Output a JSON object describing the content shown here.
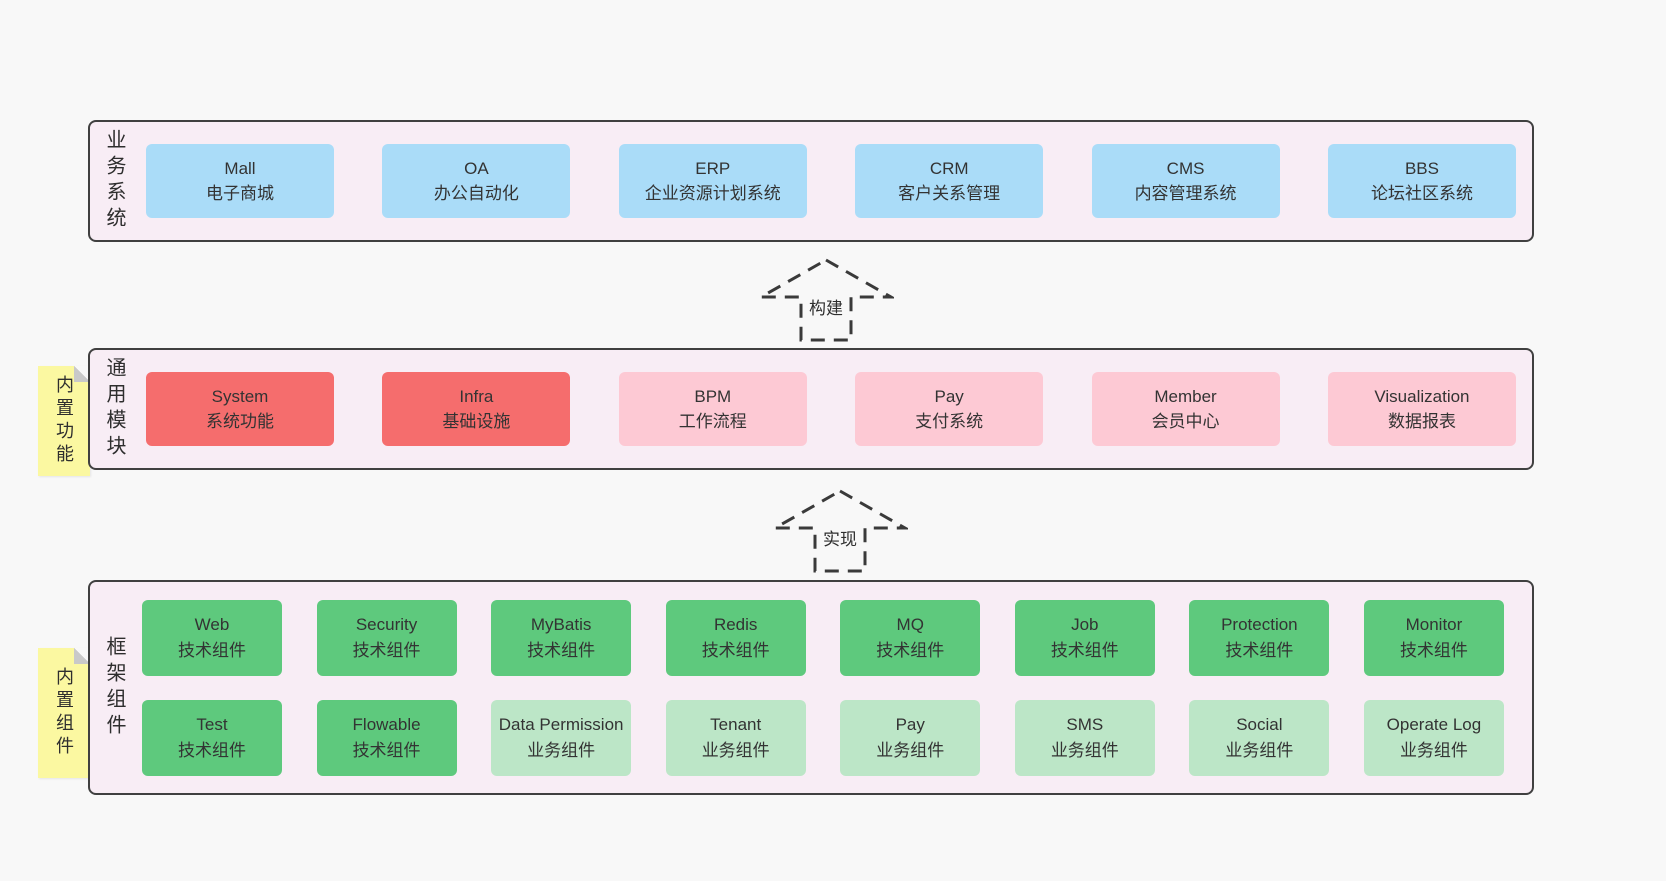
{
  "page": {
    "background": "#f8f8f8"
  },
  "diagram": {
    "colors": {
      "layer_bg": "#f8edf5",
      "layer_border": "#404040",
      "blue": "#aadcf8",
      "red": "#f56d6d",
      "pink": "#fdc9d4",
      "green": "#5ec97d",
      "green_light": "#bce6c7",
      "sticky": "#fbf8a1",
      "text": "#333333"
    },
    "arrows": [
      {
        "label": "构建"
      },
      {
        "label": "实现"
      }
    ],
    "layers": [
      {
        "label": "业务系统",
        "boxes": [
          {
            "title": "Mall",
            "subtitle": "电子商城",
            "variant": "blue"
          },
          {
            "title": "OA",
            "subtitle": "办公自动化",
            "variant": "blue"
          },
          {
            "title": "ERP",
            "subtitle": "企业资源计划系统",
            "variant": "blue"
          },
          {
            "title": "CRM",
            "subtitle": "客户关系管理",
            "variant": "blue"
          },
          {
            "title": "CMS",
            "subtitle": "内容管理系统",
            "variant": "blue"
          },
          {
            "title": "BBS",
            "subtitle": "论坛社区系统",
            "variant": "blue"
          }
        ]
      },
      {
        "label": "通用模块",
        "sticky": "内置功能",
        "boxes": [
          {
            "title": "System",
            "subtitle": "系统功能",
            "variant": "red"
          },
          {
            "title": "Infra",
            "subtitle": "基础设施",
            "variant": "red"
          },
          {
            "title": "BPM",
            "subtitle": "工作流程",
            "variant": "pink"
          },
          {
            "title": "Pay",
            "subtitle": "支付系统",
            "variant": "pink"
          },
          {
            "title": "Member",
            "subtitle": "会员中心",
            "variant": "pink"
          },
          {
            "title": "Visualization",
            "subtitle": "数据报表",
            "variant": "pink"
          }
        ]
      },
      {
        "label": "框架组件",
        "sticky": "内置组件",
        "rows": [
          [
            {
              "title": "Web",
              "subtitle": "技术组件",
              "variant": "green"
            },
            {
              "title": "Security",
              "subtitle": "技术组件",
              "variant": "green"
            },
            {
              "title": "MyBatis",
              "subtitle": "技术组件",
              "variant": "green"
            },
            {
              "title": "Redis",
              "subtitle": "技术组件",
              "variant": "green"
            },
            {
              "title": "MQ",
              "subtitle": "技术组件",
              "variant": "green"
            },
            {
              "title": "Job",
              "subtitle": "技术组件",
              "variant": "green"
            },
            {
              "title": "Protection",
              "subtitle": "技术组件",
              "variant": "green"
            },
            {
              "title": "Monitor",
              "subtitle": "技术组件",
              "variant": "green"
            }
          ],
          [
            {
              "title": "Test",
              "subtitle": "技术组件",
              "variant": "green"
            },
            {
              "title": "Flowable",
              "subtitle": "技术组件",
              "variant": "green"
            },
            {
              "title": "Data Permission",
              "subtitle": "业务组件",
              "variant": "green-light"
            },
            {
              "title": "Tenant",
              "subtitle": "业务组件",
              "variant": "green-light"
            },
            {
              "title": "Pay",
              "subtitle": "业务组件",
              "variant": "green-light"
            },
            {
              "title": "SMS",
              "subtitle": "业务组件",
              "variant": "green-light"
            },
            {
              "title": "Social",
              "subtitle": "业务组件",
              "variant": "green-light"
            },
            {
              "title": "Operate Log",
              "subtitle": "业务组件",
              "variant": "green-light"
            }
          ]
        ]
      }
    ]
  }
}
